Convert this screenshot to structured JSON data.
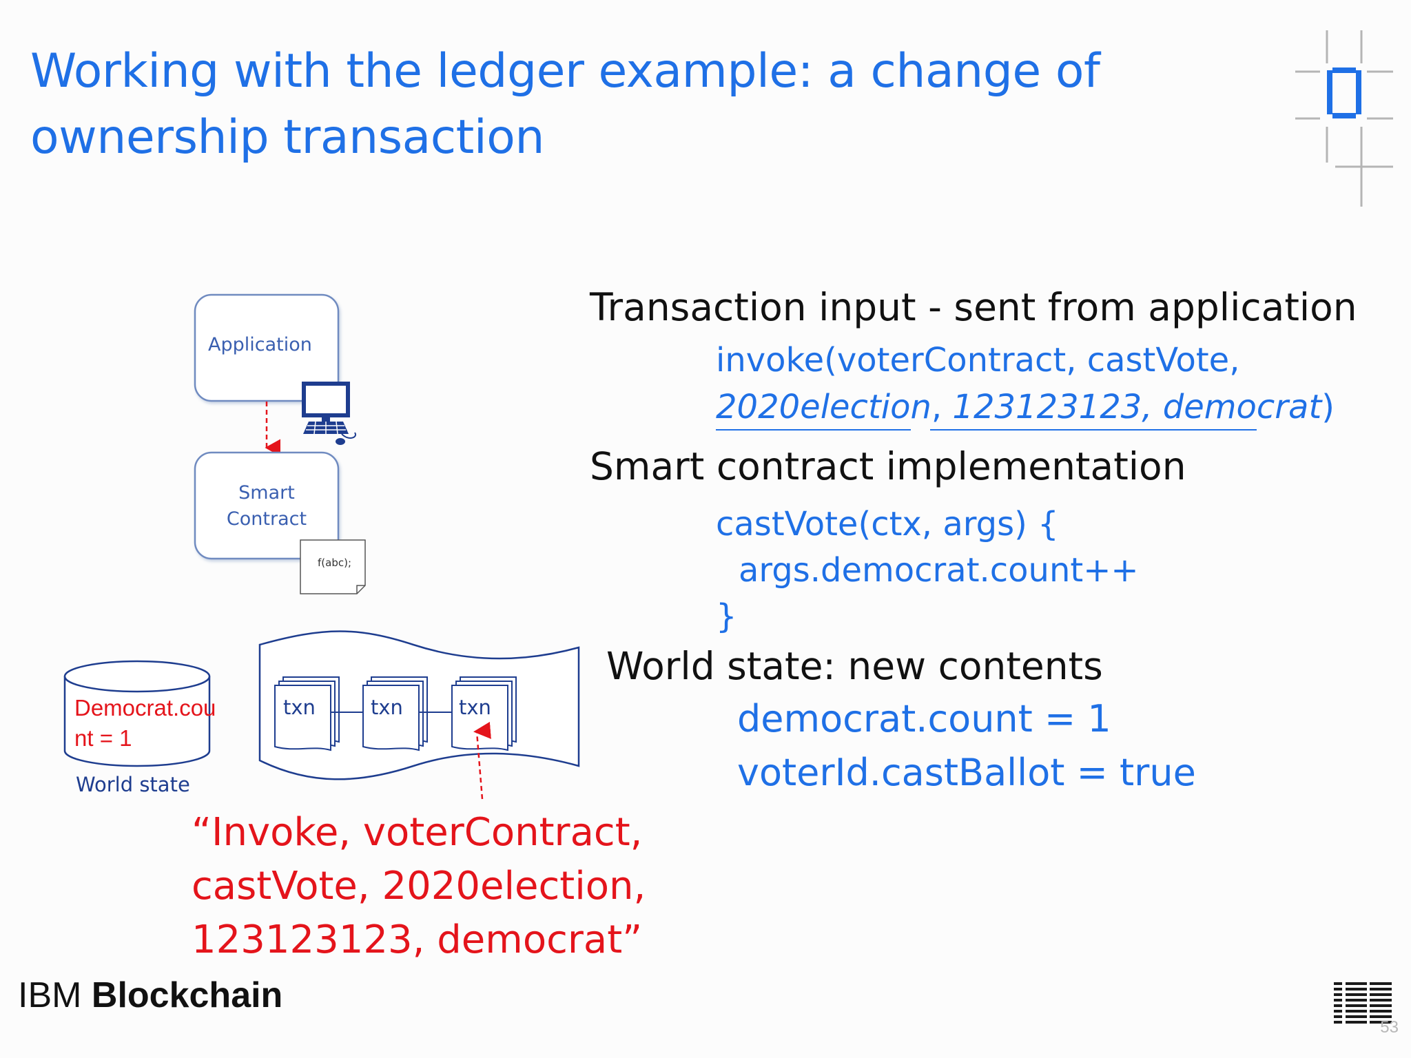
{
  "title": {
    "line1": "Working with the ledger example: a change of",
    "line2": "ownership transaction"
  },
  "diagram": {
    "application_label": "Application",
    "smart_contract_label_line1": "Smart",
    "smart_contract_label_line2": "Contract",
    "code_note": "f(abc);",
    "world_state_value": "Democrat.count = 1",
    "world_state_label": "World state",
    "txn_labels": [
      "txn",
      "txn",
      "txn"
    ],
    "quote_lines": [
      "“Invoke, voterContract,",
      "castVote, 2020election,",
      "123123123, democrat”"
    ]
  },
  "sections": {
    "transaction_input": {
      "heading": "Transaction input - sent from application",
      "code_line1": "invoke(voterContract, castVote,",
      "code_arg1": "2020election",
      "code_sep": ",",
      "code_arg2": "123123123, democrat",
      "code_close": ")"
    },
    "smart_contract": {
      "heading": "Smart contract implementation",
      "code_line1": "castVote(ctx, args) {",
      "code_line2": "args.democrat.count++",
      "code_line3": "}"
    },
    "world_state": {
      "heading": "World state: new contents",
      "line1": "democrat.count = 1",
      "line2": "voterId.castBallot = true"
    }
  },
  "footer": {
    "brand_light": "IBM",
    "brand_bold": "Blockchain",
    "ibm_logo": "IBM",
    "page_number": "53"
  },
  "colors": {
    "title_blue": "#1f70e6",
    "code_blue": "#1f70e6",
    "diagram_navy": "#1e3d8f",
    "accent_red": "#e4141b"
  },
  "icons": [
    "corner-logo-icon",
    "computer-icon",
    "document-icon",
    "database-icon",
    "ledger-icon",
    "ibm-logo-icon"
  ]
}
